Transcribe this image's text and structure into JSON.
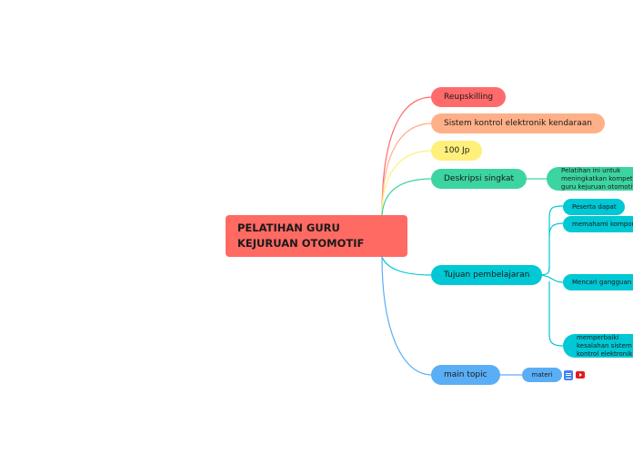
{
  "root": {
    "title": "PELATIHAN GURU KEJURUAN OTOMOTIF",
    "color": "#ff6a63"
  },
  "branches": [
    {
      "label": "Reupskilling",
      "color": "#ff6b6b"
    },
    {
      "label": "Sistem kontrol elektronik kendaraan",
      "color": "#ffb088"
    },
    {
      "label": "100 Jp",
      "color": "#fff07c"
    },
    {
      "label": "Deskripsi singkat",
      "color": "#3cd4a0",
      "children": [
        "Pelatihan ini untuk meningkatkan kompetensi guru kejuruan otomotif...."
      ]
    },
    {
      "label": "Tujuan pembelajaran",
      "color": "#00c8d4",
      "children": [
        "Peserta dapat",
        "memahami komponen",
        "Mencari gangguan pada",
        "memperbaiki kesalahan sistem kontrol elektronik"
      ]
    },
    {
      "label": "main topic",
      "color": "#5aaef5",
      "children": [
        "materi"
      ]
    }
  ],
  "icons": {
    "notes": "notes-icon",
    "video": "video-icon"
  }
}
